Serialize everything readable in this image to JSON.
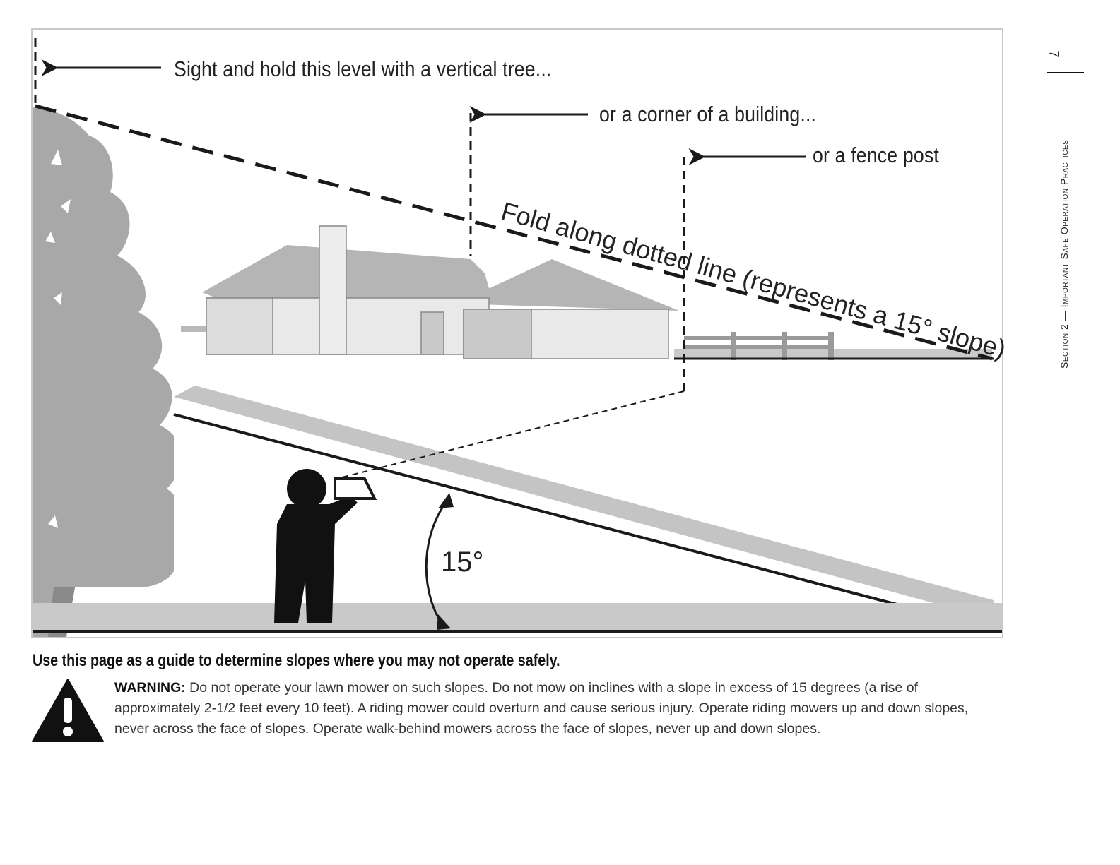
{
  "figure": {
    "callouts": {
      "tree": "Sight and hold this level with a vertical tree...",
      "building": "or a corner of a building...",
      "fence": "or a fence post"
    },
    "fold_label": "Fold along dotted line (represents a 15° slope)",
    "angle_label": "15°"
  },
  "heading": "Use this page as a guide to determine slopes where you may not operate safely.",
  "warning": {
    "label": "WARNING:",
    "text": "Do not operate your lawn mower on such slopes. Do not mow on inclines with a slope in excess of 15 degrees (a rise of approximately 2-1/2 feet every 10 feet). A riding mower could overturn and cause serious injury. Operate riding mowers up and down slopes, never across the face of slopes. Operate walk-behind mowers across the face of slopes, never up and down slopes."
  },
  "side_tab": {
    "page_number": "7",
    "section_title": "Section 2 — Important Safe Operation Practices"
  },
  "colors": {
    "ink": "#1a1a1a",
    "shade": "#a8a8a8",
    "light": "#e6e6e6",
    "border": "#c8c8c8"
  }
}
